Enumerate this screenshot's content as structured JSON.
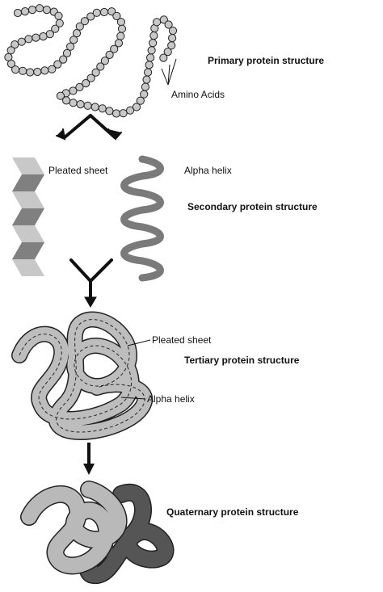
{
  "labels": {
    "primary": "Primary protein structure",
    "amino_acids": "Amino Acids",
    "pleated_sheet": "Pleated sheet",
    "alpha_helix": "Alpha helix",
    "secondary": "Secondary protein structure",
    "tertiary_pleated_sheet": "Pleated sheet",
    "tertiary": "Tertiary protein structure",
    "tertiary_alpha_helix": "Alpha helix",
    "quaternary": "Quaternary protein structure"
  },
  "colors": {
    "bead_fill": "#c8c8c8",
    "sheet_dark": "#808080",
    "sheet_light": "#c8c8c8",
    "helix": "#7a7a7a",
    "tertiary_fill": "#bdbdbd",
    "quaternary_light": "#b9b9b9",
    "quaternary_dark": "#555555",
    "line": "#111111"
  },
  "icons": {
    "split_arrow": "split-arrow-icon",
    "merge_arrow": "merge-arrow-icon",
    "down_arrow": "down-arrow-icon"
  }
}
